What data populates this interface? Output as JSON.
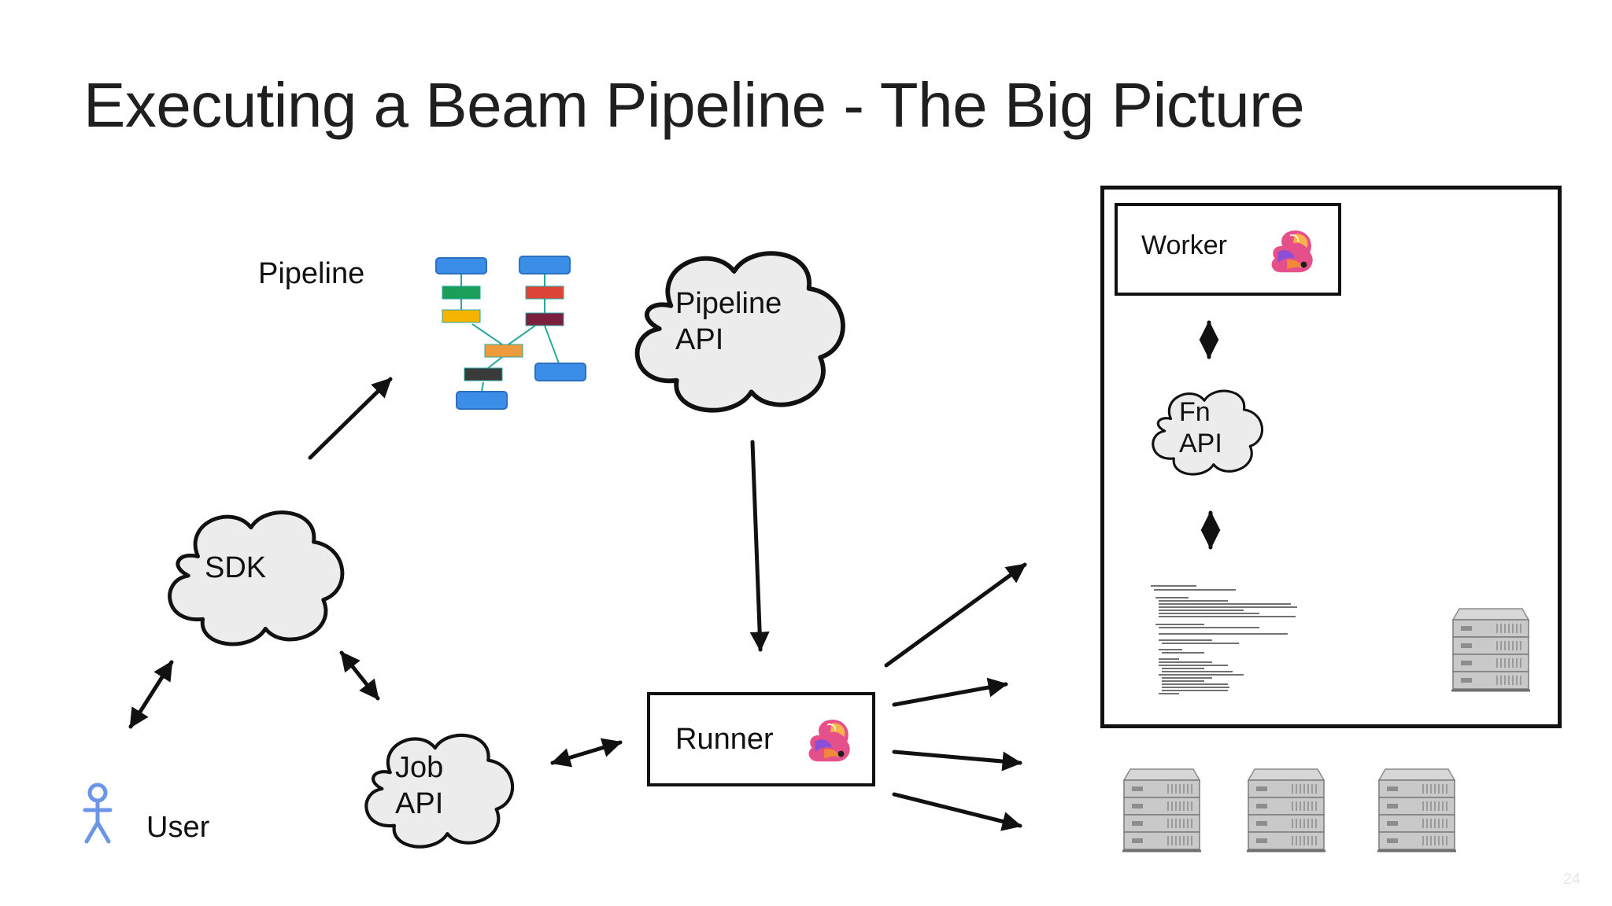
{
  "slide": {
    "title": "Executing a Beam Pipeline - The Big Picture",
    "page_number": "24"
  },
  "labels": {
    "pipeline": "Pipeline",
    "pipeline_api_line1": "Pipeline",
    "pipeline_api_line2": "API",
    "sdk": "SDK",
    "job_api_line1": "Job",
    "job_api_line2": "API",
    "user": "User",
    "runner": "Runner",
    "worker": "Worker",
    "fn_api_line1": "Fn",
    "fn_api_line2": "API"
  },
  "colors": {
    "cloud_fill": "#ececec",
    "stroke": "#111111",
    "user_icon": "#6b95e6",
    "pipeline_node_blue": "#3a8ee8",
    "pipeline_node_green": "#1a9e5a",
    "pipeline_node_yellow": "#f4b400",
    "pipeline_node_red": "#db4437",
    "pipeline_node_maroon": "#7b1f3f",
    "pipeline_node_orange": "#f09a3e",
    "pipeline_node_dark": "#3a3a3a",
    "pipeline_edge": "#2aa8a0"
  },
  "icons": {
    "runner_logo": "flink-squirrel-icon",
    "worker_logo": "flink-squirrel-icon",
    "server": "server-rack-icon",
    "user": "stick-figure-icon"
  }
}
